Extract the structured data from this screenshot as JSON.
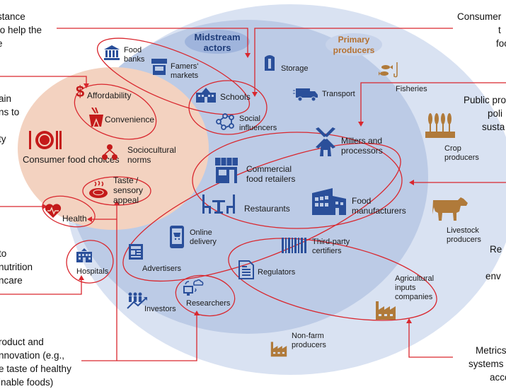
{
  "title": "Food system actors and consumer food choices",
  "colors": {
    "consumer_fill": "#f3d2c0",
    "midstream_fill": "#bccbe6",
    "outer_fill": "#d9e2f2",
    "link_red": "#d9272e",
    "consumer_icon": "#c41a1a",
    "midstream_icon": "#2a4f9a",
    "producer_icon": "#b07a3a",
    "producer_text": "#b57130",
    "midstream_text": "#1f3d7a"
  },
  "badges": {
    "midstream": "Midstream actors",
    "primary": "Primary producers"
  },
  "consumer_zone": {
    "center": {
      "label": "Consumer food choices",
      "icon": "plate-cutlery-icon"
    },
    "factors": [
      {
        "label": "Affordability",
        "icon": "dollar-icon"
      },
      {
        "label": "Convenience",
        "icon": "takeout-box-icon"
      },
      {
        "label": "Sociocultural norms",
        "icon": "people-network-icon"
      },
      {
        "label": "Taste / sensory appeal",
        "icon": "hot-dish-icon"
      },
      {
        "label": "Health",
        "icon": "heart-pulse-icon"
      }
    ]
  },
  "midstream_actors": [
    {
      "label": "Food banks",
      "icon": "bank-building-icon"
    },
    {
      "label": "Famers' markets",
      "icon": "market-stall-icon"
    },
    {
      "label": "Schools",
      "icon": "school-icon"
    },
    {
      "label": "Social influencers",
      "icon": "social-network-icon"
    },
    {
      "label": "Storage",
      "icon": "silo-icon"
    },
    {
      "label": "Transport",
      "icon": "truck-icon"
    },
    {
      "label": "Millers and processors",
      "icon": "windmill-icon"
    },
    {
      "label": "Commercial food retailers",
      "icon": "storefront-icon"
    },
    {
      "label": "Restaurants",
      "icon": "table-chairs-icon"
    },
    {
      "label": "Food manufacturers",
      "icon": "factory-building-icon"
    },
    {
      "label": "Online delivery",
      "icon": "phone-cart-icon"
    },
    {
      "label": "Advertisers",
      "icon": "newspaper-icon"
    },
    {
      "label": "Third-party certifiers",
      "icon": "barcode-icon"
    },
    {
      "label": "Regulators",
      "icon": "document-icon"
    },
    {
      "label": "Hospitals",
      "icon": "hospital-icon"
    },
    {
      "label": "Investors",
      "icon": "investors-chart-icon"
    },
    {
      "label": "Researchers",
      "icon": "computer-cloud-icon"
    }
  ],
  "primary_producers": [
    {
      "label": "Fisheries",
      "icon": "fish-hook-icon"
    },
    {
      "label": "Crop producers",
      "icon": "wheat-icon"
    },
    {
      "label": "Livestock producers",
      "icon": "cow-icon"
    },
    {
      "label": "Agricultural inputs companies",
      "icon": "factory-icon"
    },
    {
      "label": "Non-farm producers",
      "icon": "factory-icon"
    }
  ],
  "left_notes": [
    {
      "lines": [
        "stance",
        "to help the",
        "e"
      ]
    },
    {
      "lines": [
        "ain",
        "ns to",
        "",
        "ty"
      ]
    },
    {
      "lines": [
        "to",
        "nutrition",
        "ncare"
      ]
    },
    {
      "lines": [
        "roduct and",
        "nnovation (e.g.,",
        "e taste of healthy",
        "inable foods)"
      ]
    }
  ],
  "right_notes": [
    {
      "lines": [
        "Consumer",
        "t",
        "foo"
      ]
    },
    {
      "lines": [
        "Public pro",
        "poli",
        "susta"
      ]
    },
    {
      "lines": [
        "Re",
        "",
        "env"
      ]
    },
    {
      "lines": [
        "Metrics",
        "systems",
        "acco"
      ]
    }
  ]
}
